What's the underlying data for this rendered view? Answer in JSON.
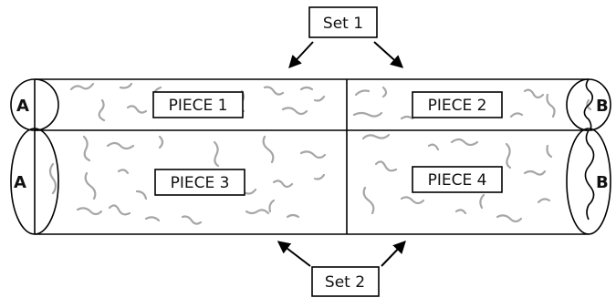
{
  "pieces": {
    "piece1": "PIECE 1",
    "piece2": "PIECE 2",
    "piece3": "PIECE 3",
    "piece4": "PIECE 4"
  },
  "sets": {
    "set1": "Set 1",
    "set2": "Set 2"
  },
  "ends": {
    "left_top": "A",
    "left_bottom": "A",
    "right_top": "B",
    "right_bottom": "B"
  },
  "colors": {
    "outline": "#000000",
    "fiber": "#a6a6a6",
    "background": "#ffffff"
  }
}
